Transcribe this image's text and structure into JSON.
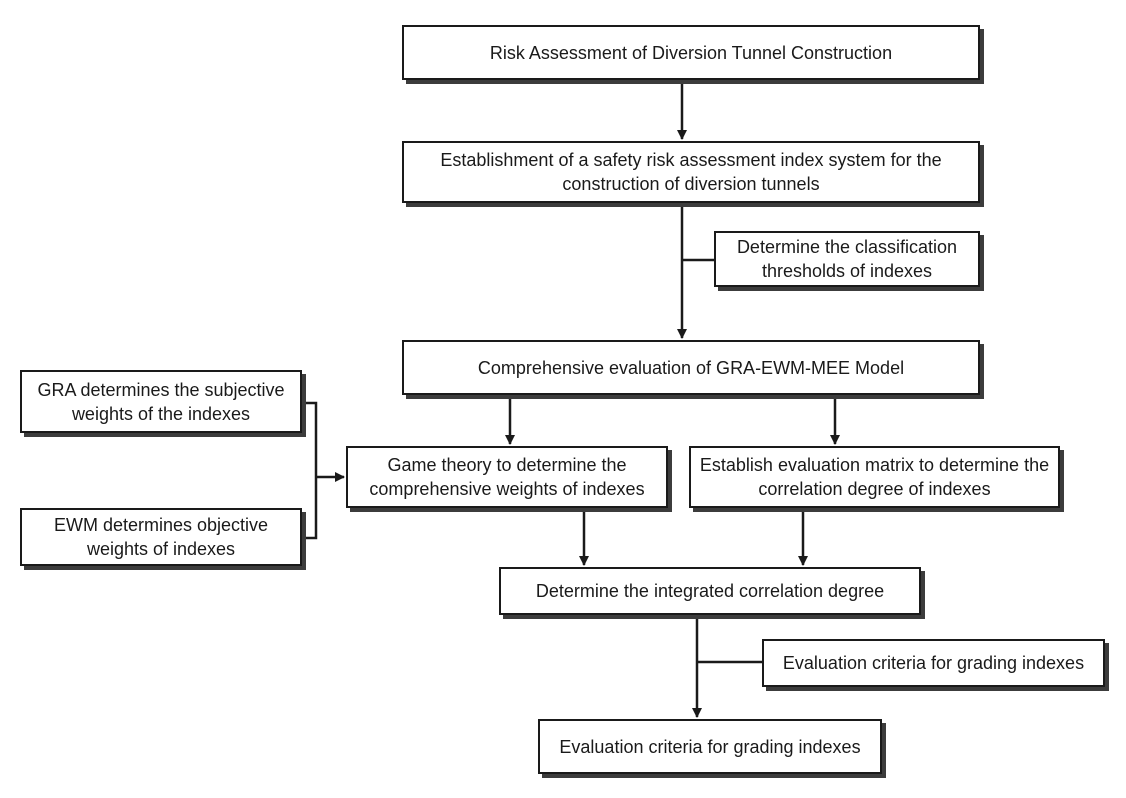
{
  "nodes": {
    "risk_assessment": "Risk Assessment of Diversion  Tunnel Construction",
    "index_system": "Establishment of a safety risk assessment index system for the construction of diversion tunnels",
    "classification_thresholds": "Determine the classification thresholds of indexes",
    "comprehensive_evaluation": "Comprehensive evaluation of GRA-EWM-MEE  Model",
    "gra_weights": "GRA determines the subjective weights of the indexes",
    "ewm_weights": "EWM determines objective weights of indexes",
    "game_theory": "Game theory to determine the comprehensive weights of indexes",
    "evaluation_matrix": "Establish evaluation matrix to determine the correlation degree of indexes",
    "integrated_correlation": "Determine the integrated correlation degree",
    "grading_criteria_side": "Evaluation criteria for grading indexes",
    "grading_criteria_final": "Evaluation criteria for grading indexes"
  }
}
